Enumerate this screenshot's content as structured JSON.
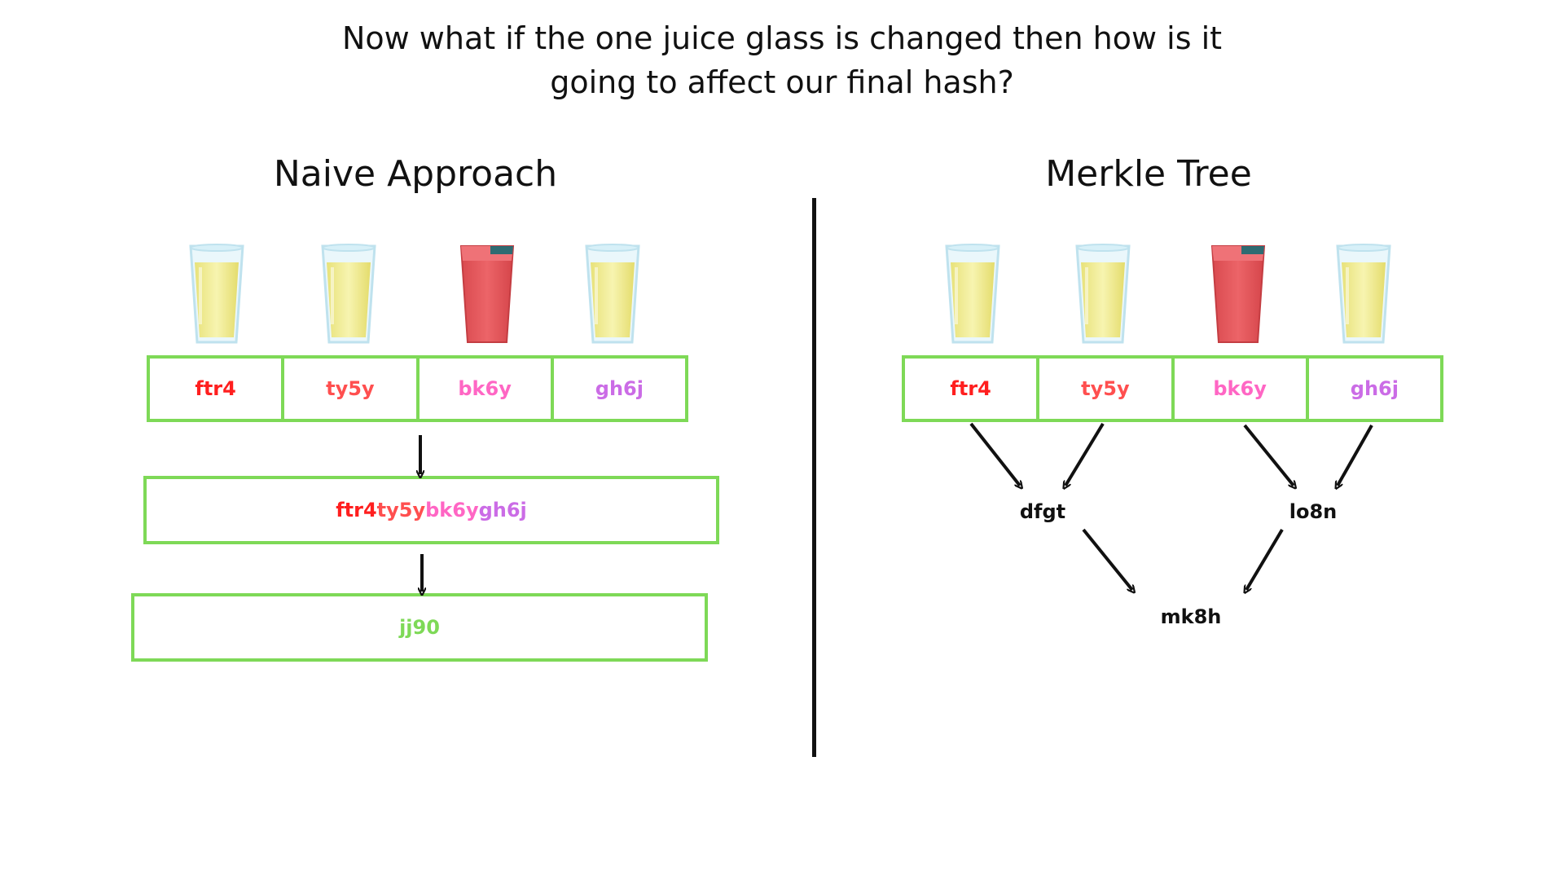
{
  "question": {
    "line1": "Now what if the one juice glass is changed then how is it",
    "line2": "going to affect our final hash?"
  },
  "colors": {
    "border": "#7ed957",
    "h1": "#ff1f1f",
    "h2": "#ff4f4f",
    "h3": "#ff66c4",
    "h4": "#cb6ce6",
    "final": "#7ed957",
    "juice": "#f3ef9a",
    "changed_juice": "#e05a5e"
  },
  "naive": {
    "title": "Naive Approach",
    "glasses": [
      "juice-glass",
      "juice-glass",
      "changed-red-glass",
      "juice-glass"
    ],
    "hashes": [
      "ftr4",
      "ty5y",
      "bk6y",
      "gh6j"
    ],
    "combined": [
      "ftr4",
      "ty5y",
      "bk6y",
      "gh6j"
    ],
    "final": "jj90"
  },
  "merkle": {
    "title": "Merkle Tree",
    "glasses": [
      "juice-glass",
      "juice-glass",
      "changed-red-glass",
      "juice-glass"
    ],
    "hashes": [
      "ftr4",
      "ty5y",
      "bk6y",
      "gh6j"
    ],
    "left_parent": "dfgt",
    "right_parent": "lo8n",
    "root": "mk8h"
  }
}
